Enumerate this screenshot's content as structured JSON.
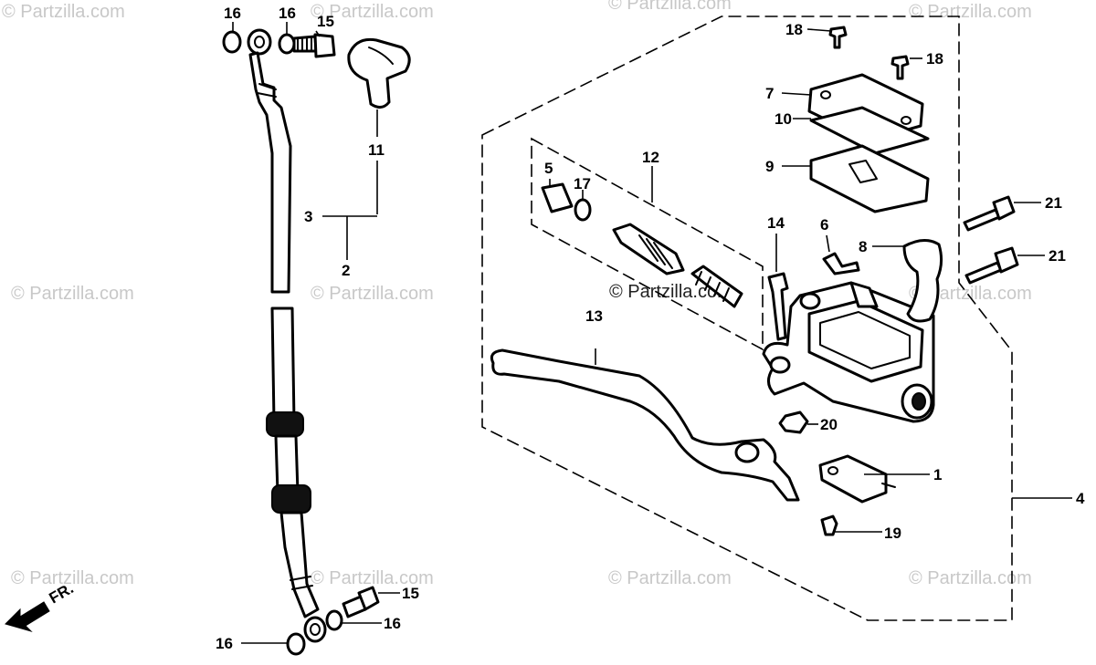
{
  "watermarks": {
    "text": "© Partzilla.com",
    "center_text": "© Partzilla.com"
  },
  "callouts": {
    "c1": "1",
    "c2": "2",
    "c3": "3",
    "c4": "4",
    "c5": "5",
    "c6": "6",
    "c7": "7",
    "c8": "8",
    "c9": "9",
    "c10": "10",
    "c11": "11",
    "c12": "12",
    "c13": "13",
    "c14": "14",
    "c15": "15",
    "c16": "16",
    "c17": "17",
    "c18": "18",
    "c19": "19",
    "c20": "20",
    "c21": "21"
  },
  "direction_label": "FR.",
  "colors": {
    "ink": "#000000",
    "watermark": "#c8c8c8",
    "background": "#ffffff"
  }
}
